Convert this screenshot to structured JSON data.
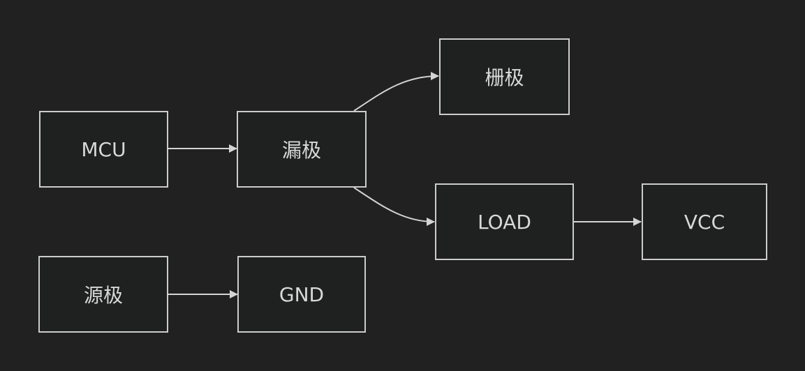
{
  "diagram": {
    "nodes": {
      "mcu": "MCU",
      "drain": "漏极",
      "gate": "栅极",
      "load": "LOAD",
      "vcc": "VCC",
      "source": "源极",
      "gnd": "GND"
    },
    "edges": [
      {
        "from": "mcu",
        "to": "drain"
      },
      {
        "from": "drain",
        "to": "gate"
      },
      {
        "from": "drain",
        "to": "load"
      },
      {
        "from": "load",
        "to": "vcc"
      },
      {
        "from": "source",
        "to": "gnd"
      }
    ]
  }
}
